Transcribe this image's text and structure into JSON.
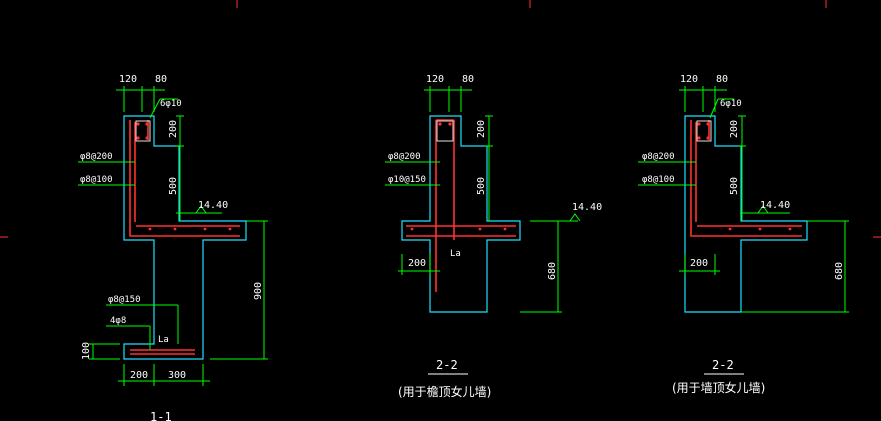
{
  "colors": {
    "background": "#000000",
    "outline": "#20e0ff",
    "dimension": "#00ff00",
    "rebar": "#ff3030",
    "text": "#ffffff",
    "stirrup": "#e0e0e0"
  },
  "section1": {
    "dim_top_120": "120",
    "dim_top_80": "80",
    "dim_200": "200",
    "dim_500": "500",
    "dim_900": "900",
    "dim_100": "100",
    "dim_bottom_200": "200",
    "dim_bottom_300": "300",
    "rebar_top": "6φ10",
    "rebar_1": "φ8@200",
    "rebar_2": "φ8@100",
    "rebar_3": "φ8@150",
    "rebar_4": "4φ8",
    "level": "14.40",
    "anchor": "La",
    "title": "1-1"
  },
  "section2": {
    "dim_top_120": "120",
    "dim_top_80": "80",
    "dim_200": "200",
    "dim_500": "500",
    "dim_680": "680",
    "dim_bottom_200": "200",
    "rebar_1": "φ8@200",
    "rebar_2": "φ10@150",
    "level": "14.40",
    "anchor": "La",
    "title": "2-2",
    "caption": "(用于檐顶女儿墙)"
  },
  "section3": {
    "dim_top_120": "120",
    "dim_top_80": "80",
    "dim_200": "200",
    "dim_500": "500",
    "dim_680": "680",
    "dim_bottom_200": "200",
    "rebar_top": "6φ10",
    "rebar_1": "φ8@200",
    "rebar_2": "φ8@100",
    "level": "14.40",
    "title": "2-2",
    "caption": "(用于墙顶女儿墙)"
  }
}
